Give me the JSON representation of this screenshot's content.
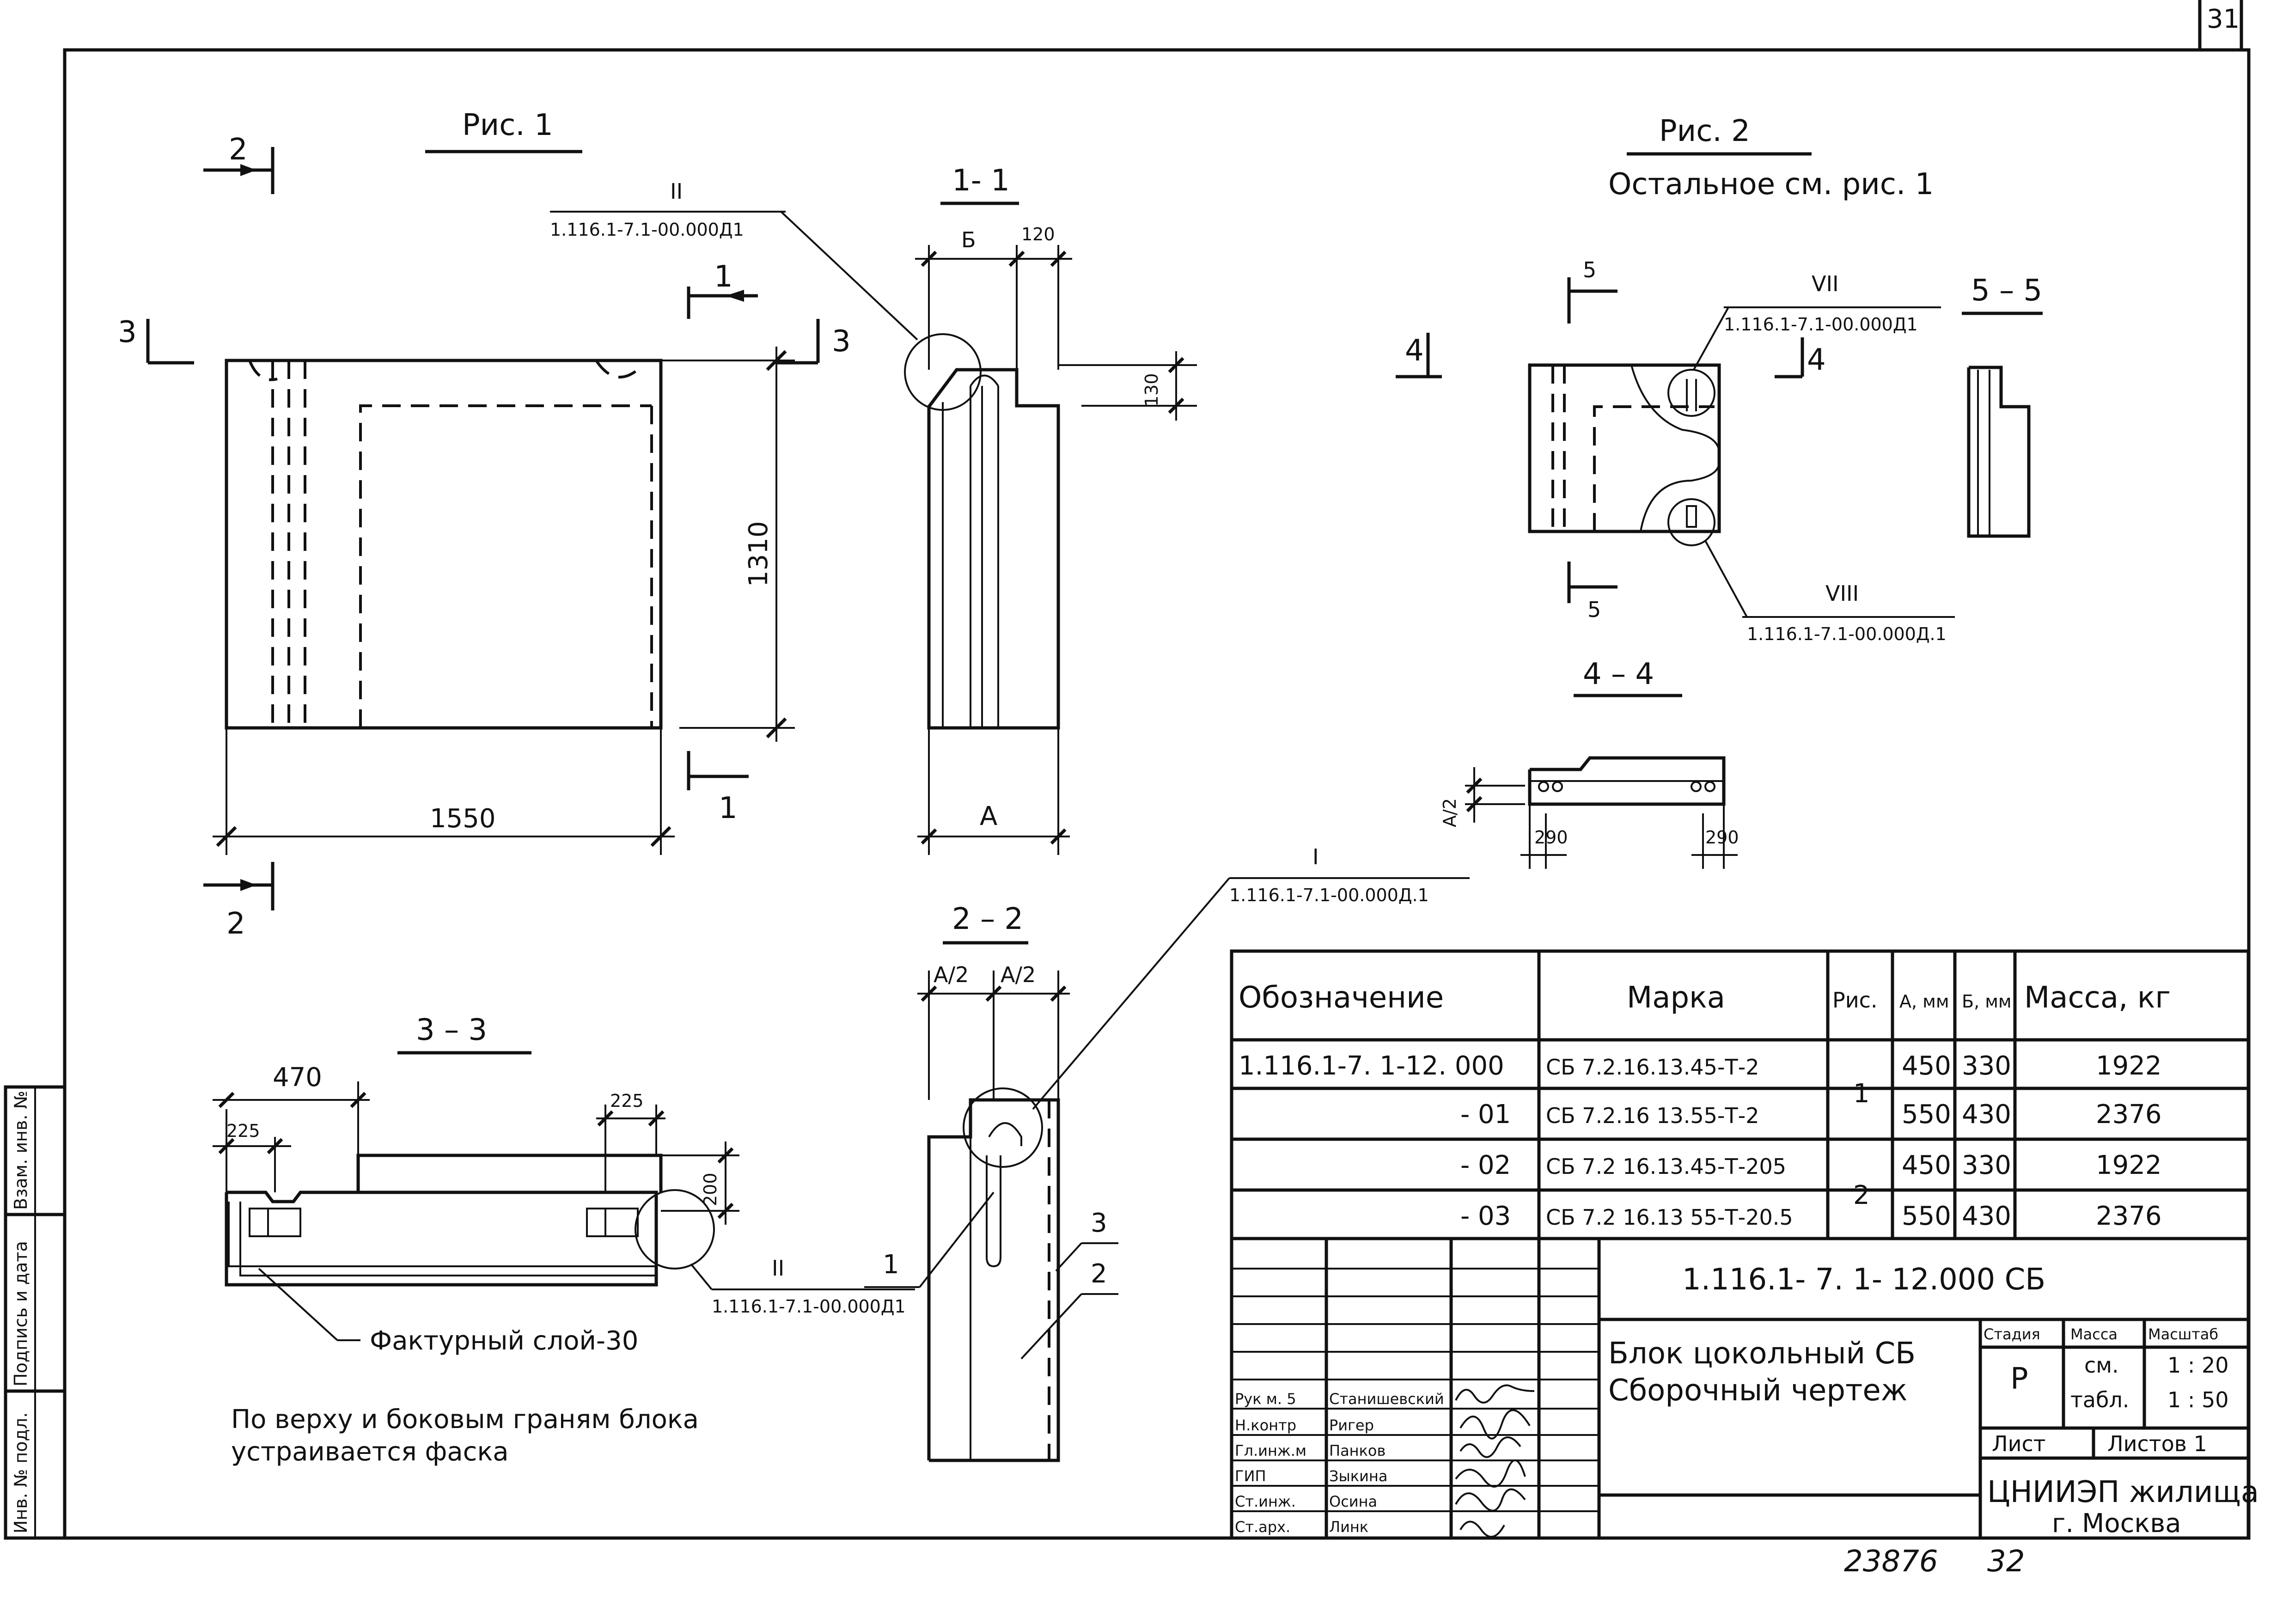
{
  "page_number": "31",
  "fig1": {
    "title": "Рис. 1",
    "callout_II_roman": "II",
    "callout_II_code": "1.116.1-7.1-00.000Д1",
    "dim_width": "1550",
    "dim_height": "1310",
    "cut_2": "2",
    "cut_3": "3",
    "cut_1": "1"
  },
  "sec11": {
    "title": "1- 1",
    "dim_b": "Б",
    "dim_120": "120",
    "dim_130": "130",
    "dim_a": "А"
  },
  "fig2": {
    "title": "Рис. 2",
    "subtitle": "Остальное см. рис. 1",
    "callout_VII_roman": "VII",
    "callout_VII_code": "1.116.1-7.1-00.000Д1",
    "callout_VIII_roman": "VIII",
    "callout_VIII_code": "1.116.1-7.1-00.000Д.1",
    "cut_4": "4",
    "cut_5": "5"
  },
  "sec55": {
    "title": "5 – 5"
  },
  "sec44": {
    "title": "4 – 4",
    "dim_a2": "А/2",
    "dim_290a": "290",
    "dim_290b": "290"
  },
  "sec22": {
    "title": "2 – 2",
    "dim_a2a": "А/2",
    "dim_a2b": "А/2",
    "callout_I_roman": "I",
    "callout_I_code": "1.116.1-7.1-00.000Д.1",
    "leader_1": "1",
    "leader_2": "2",
    "leader_3": "3"
  },
  "sec33": {
    "title": "3 – 3",
    "dim_470": "470",
    "dim_225a": "225",
    "dim_225b": "225",
    "dim_200": "200",
    "callout_II_roman": "II",
    "callout_II_code": "1.116.1-7.1-00.000Д1",
    "texture_label": "Фактурный слой-30"
  },
  "note": {
    "line1": "По верху и боковым граням блока",
    "line2": "устраивается   фаска"
  },
  "spec_table": {
    "headers": [
      "Обозначение",
      "Марка",
      "Рис.",
      "А, мм",
      "Б, мм",
      "Масса, кг"
    ],
    "rows": [
      [
        "1.116.1-7. 1-12. 000",
        "СБ 7.2.16.13.45-Т-2",
        "1",
        "450",
        "330",
        "1922"
      ],
      [
        "- 01",
        "СБ 7.2.16 13.55-Т-2",
        "",
        "550",
        "430",
        "2376"
      ],
      [
        "- 02",
        "СБ 7.2 16.13.45-Т-205",
        "2",
        "450",
        "330",
        "1922"
      ],
      [
        "- 03",
        "СБ 7.2 16.13 55-Т-20.5",
        "",
        "550",
        "430",
        "2376"
      ]
    ]
  },
  "title_block": {
    "doc_code": "1.116.1- 7. 1- 12.000  СБ",
    "name_line1": "Блок цокольный СБ",
    "name_line2": "Сборочный чертеж",
    "stage_header": "Стадия",
    "mass_header": "Масса",
    "scale_header": "Масштаб",
    "stage_value": "Р",
    "mass_value_1": "см.",
    "mass_value_2": "табл.",
    "scale_value_1": "1 : 20",
    "scale_value_2": "1 : 50",
    "sheet_label": "Лист",
    "sheets_label": "Листов 1",
    "org_line1": "ЦНИИЭП жилища",
    "org_line2": "г. Москва",
    "staff": [
      {
        "role": "Рук м. 5",
        "name": "Станишевский"
      },
      {
        "role": "Н.контр",
        "name": "Ригер"
      },
      {
        "role": "Гл.инж.м",
        "name": "Панков"
      },
      {
        "role": "ГИП",
        "name": "Зыкина"
      },
      {
        "role": "Ст.инж.",
        "name": "Осина"
      },
      {
        "role": "Ст.арх.",
        "name": "Линк"
      }
    ]
  },
  "side_stamp": {
    "cell1": "Инв. № подл.",
    "cell2": "Подпись и дата",
    "cell3": "Взам. инв. №"
  },
  "footer": {
    "inv_number": "23876",
    "sheet_index": "32"
  }
}
